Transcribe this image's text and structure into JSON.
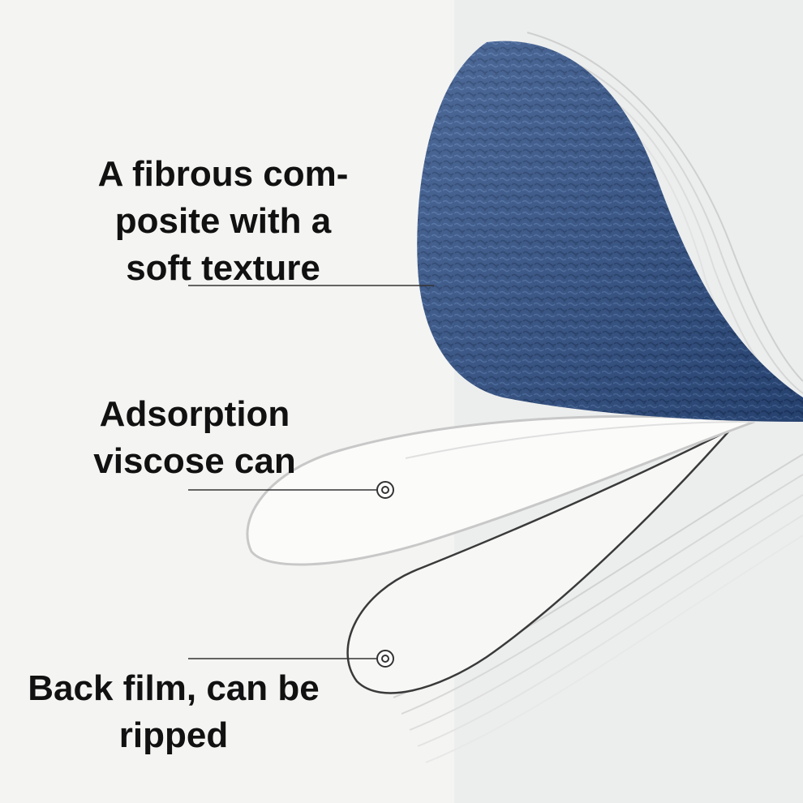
{
  "colors": {
    "background": "#f4f4f2",
    "fabric": "#2e4f86",
    "fabric_shadow": "#1d3a6a",
    "layer_edge": "#c9c9c9",
    "text": "#111111",
    "leader_line": "#333333"
  },
  "callouts": [
    {
      "lines": [
        "A fibrous com-",
        "posite with a",
        "soft texture"
      ],
      "marker": "none"
    },
    {
      "lines": [
        "Adsorption",
        "viscose can"
      ],
      "marker": "circle-dot-icon"
    },
    {
      "lines": [
        "Back film, can be",
        "ripped"
      ],
      "marker": "circle-dot-icon"
    }
  ]
}
